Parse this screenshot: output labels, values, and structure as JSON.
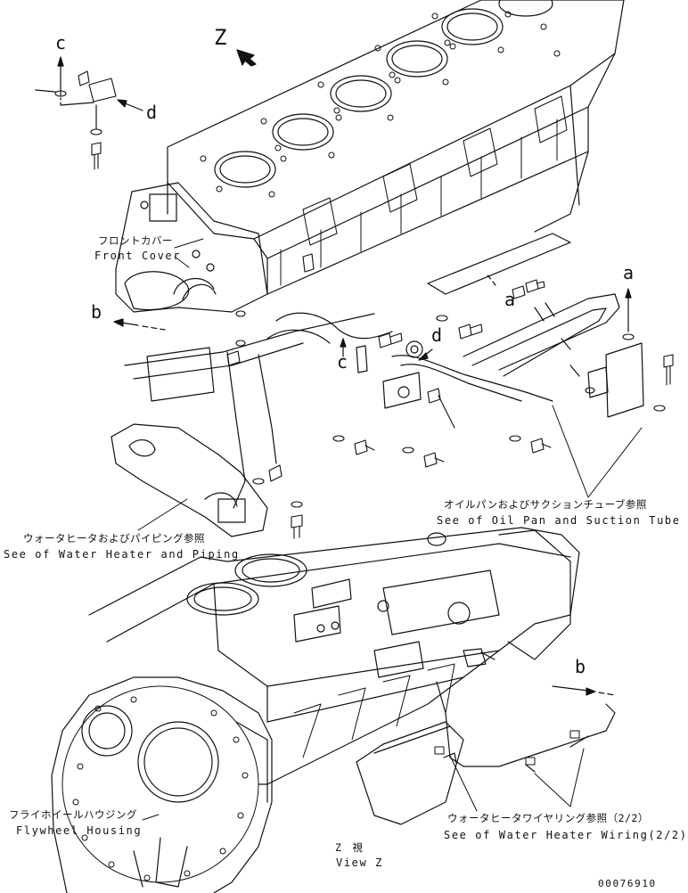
{
  "view_letter": "Z",
  "refs": {
    "a": "a",
    "b": "b",
    "c": "c",
    "d": "d"
  },
  "callouts": {
    "front_cover": {
      "jp": "フロントカバー",
      "en": "Front Cover"
    },
    "oil_pan": {
      "jp": "オイルパンおよびサクションチューブ参照",
      "en": "See of Oil Pan and Suction Tube"
    },
    "water_heater": {
      "jp": "ウォータヒータおよびパイピング参照",
      "en": "See of Water Heater and Piping"
    },
    "flywheel": {
      "jp": "フライホイールハウジング",
      "en": "Flywheel Housing"
    },
    "heater_wiring": {
      "jp": "ウォータヒータワイヤリング参照（2/2）",
      "en": "See of Water Heater Wiring(2/2)"
    }
  },
  "view_caption": {
    "jp": "Z　視",
    "en": "View Z"
  },
  "drawing_number": "00076910",
  "colors": {
    "ink": "#111111",
    "paper": "#ffffff"
  }
}
